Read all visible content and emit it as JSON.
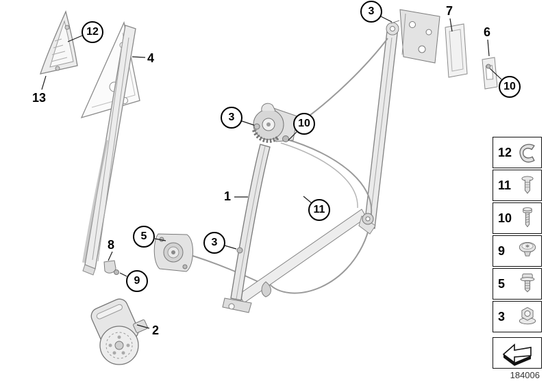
{
  "diagram": {
    "number": "184006"
  },
  "callouts": [
    {
      "id": "12"
    },
    {
      "id": "13"
    },
    {
      "id": "4"
    },
    {
      "id": "3"
    },
    {
      "id": "7"
    },
    {
      "id": "6"
    },
    {
      "id": "10"
    },
    {
      "id": "3"
    },
    {
      "id": "10"
    },
    {
      "id": "1"
    },
    {
      "id": "11"
    },
    {
      "id": "5"
    },
    {
      "id": "3"
    },
    {
      "id": "8"
    },
    {
      "id": "9"
    },
    {
      "id": "2"
    }
  ],
  "legend": [
    {
      "id": "12",
      "icon": "spring-clip-icon"
    },
    {
      "id": "11",
      "icon": "rivet-icon"
    },
    {
      "id": "10",
      "icon": "screw-icon"
    },
    {
      "id": "9",
      "icon": "oval-head-screw-icon"
    },
    {
      "id": "5",
      "icon": "bolt-icon"
    },
    {
      "id": "3",
      "icon": "flange-nut-icon"
    }
  ],
  "colors": {
    "background": "#ffffff",
    "artwork_line": "#8a8a8a",
    "callout_line": "#000000"
  }
}
